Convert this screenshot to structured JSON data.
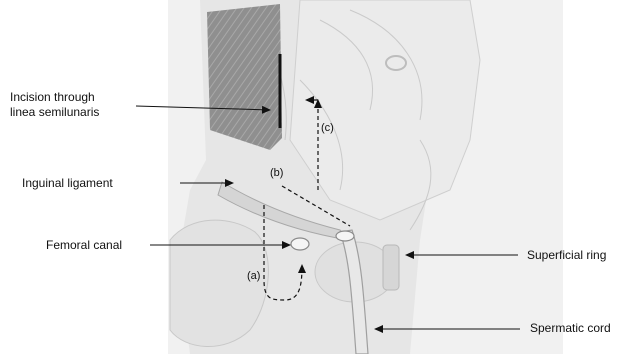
{
  "labels": {
    "incision_line1": "Incision through",
    "incision_line2": "linea semilunaris",
    "inguinal_ligament": "Inguinal ligament",
    "femoral_canal": "Femoral canal",
    "superficial_ring": "Superficial ring",
    "spermatic_cord": "Spermatic cord"
  },
  "paths": {
    "a": "(a)",
    "b": "(b)",
    "c": "(c)"
  },
  "colors": {
    "tissue": "#ececec",
    "tissue_dark": "#dcdcdc",
    "muscle": "#8e8e8e",
    "outline": "#b5b5b5",
    "ink": "#111111"
  }
}
